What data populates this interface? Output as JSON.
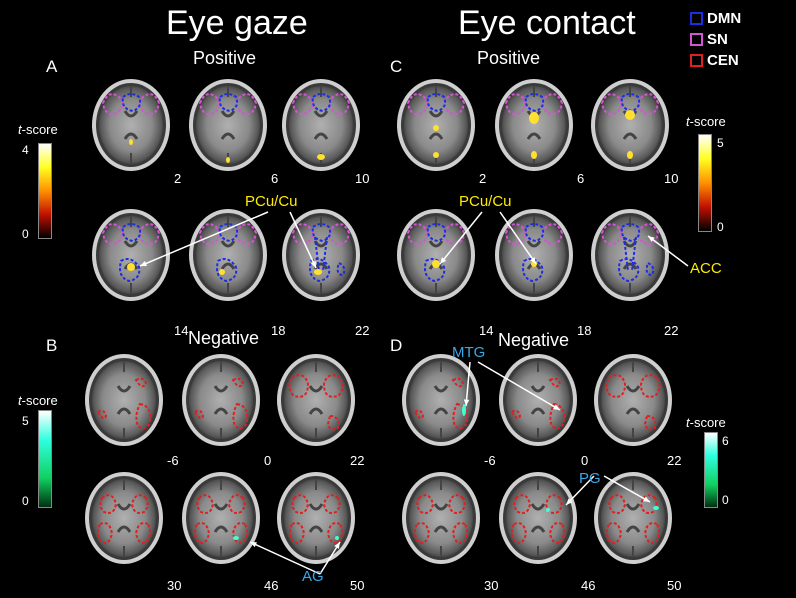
{
  "columns": {
    "left_title": "Eye gaze",
    "right_title": "Eye contact"
  },
  "panels": {
    "A": {
      "letter": "A",
      "title": "Positive",
      "slices": [
        "2",
        "6",
        "10",
        "14",
        "18",
        "22"
      ]
    },
    "B": {
      "letter": "B",
      "title": "Negative",
      "slices": [
        "-6",
        "0",
        "22",
        "30",
        "46",
        "50"
      ]
    },
    "C": {
      "letter": "C",
      "title": "Positive",
      "slices": [
        "2",
        "6",
        "10",
        "14",
        "18",
        "22"
      ]
    },
    "D": {
      "letter": "D",
      "title": "Negative",
      "slices": [
        "-6",
        "0",
        "22",
        "30",
        "46",
        "50"
      ]
    }
  },
  "legend": [
    {
      "label": "DMN",
      "color": "#1e2de0"
    },
    {
      "label": "SN",
      "color": "#d455d4"
    },
    {
      "label": "CEN",
      "color": "#e02020"
    }
  ],
  "colorbars": {
    "positive_A": {
      "prefix": "t",
      "suffix": "-score",
      "max": "4",
      "min": "0"
    },
    "positive_C": {
      "prefix": "t",
      "suffix": "-score",
      "max": "5",
      "min": "0"
    },
    "negative_B": {
      "prefix": "t",
      "suffix": "-score",
      "max": "5",
      "min": "0"
    },
    "negative_D": {
      "prefix": "t",
      "suffix": "-score",
      "max": "6",
      "min": "0"
    }
  },
  "annotations": {
    "pcu_a": "PCu/Cu",
    "pcu_c": "PCu/Cu",
    "acc": "ACC",
    "mtg": "MTG",
    "ag": "AG",
    "pg": "PG"
  }
}
